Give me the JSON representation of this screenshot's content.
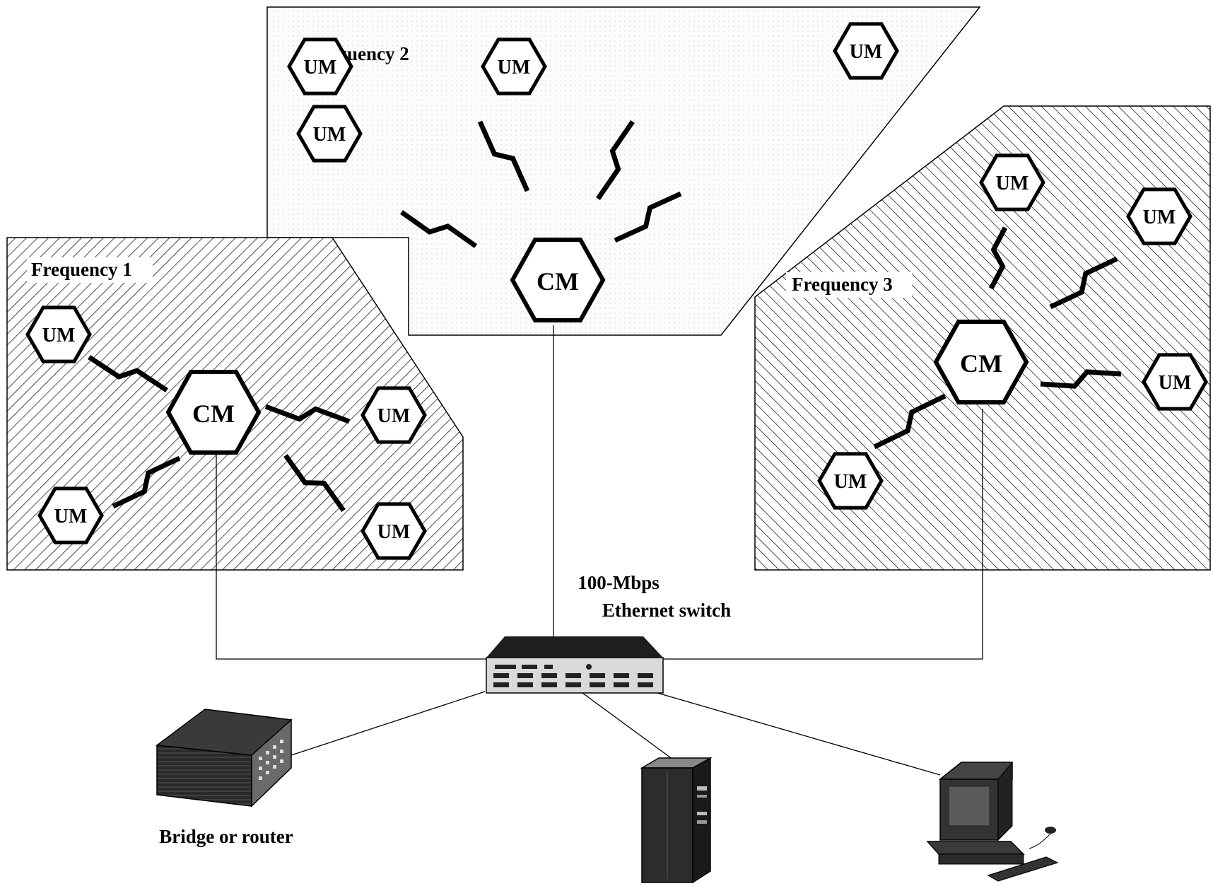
{
  "zones": [
    {
      "id": "f1",
      "label": "Frequency 1"
    },
    {
      "id": "f2",
      "label": "Frequency 2"
    },
    {
      "id": "f3",
      "label": "Frequency 3"
    }
  ],
  "nodes": {
    "cm_label": "CM",
    "um_label": "UM"
  },
  "switch": {
    "line1": "100-Mbps",
    "line2": "Ethernet switch"
  },
  "devices": {
    "bridge_label": "Bridge or router"
  }
}
